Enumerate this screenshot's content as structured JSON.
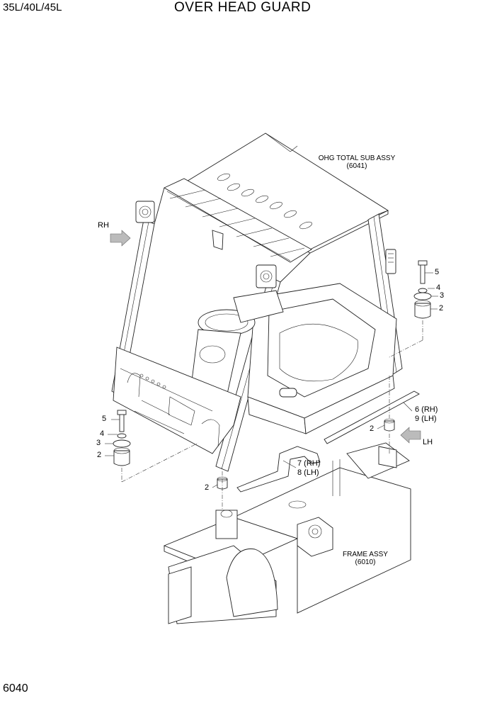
{
  "header": {
    "model": "35L/40L/45L",
    "title": "OVER HEAD GUARD"
  },
  "footer": {
    "page_number": "6040"
  },
  "assemblies": {
    "ohg": {
      "name": "OHG TOTAL SUB ASSY",
      "code": "(6041)"
    },
    "frame": {
      "name": "FRAME ASSY",
      "code": "(6010)"
    }
  },
  "directions": {
    "rh": "RH",
    "lh": "LH"
  },
  "callouts": {
    "r5": "5",
    "r4": "4",
    "r3": "3",
    "r2": "2",
    "l5": "5",
    "l4": "4",
    "l3": "3",
    "l2": "2",
    "c2a": "2",
    "c2b": "2",
    "p6": "6 (RH)",
    "p9": "9 (LH)",
    "p7": "7 (RH)",
    "p8": "8 (LH)"
  }
}
